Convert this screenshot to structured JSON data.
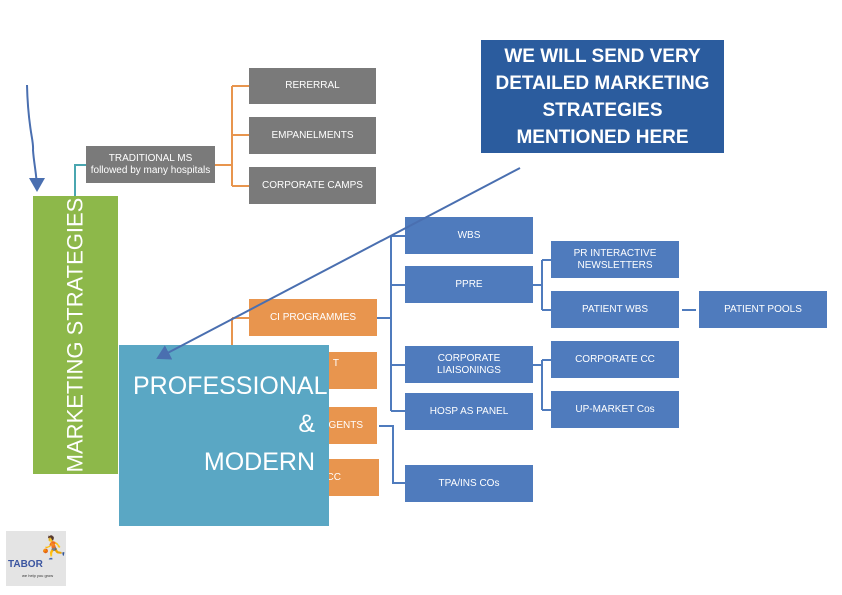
{
  "root": "MARKETING STRATEGIES",
  "traditional": {
    "label_line1": "TRADITIONAL MS",
    "label_line2": "followed by many hospitals",
    "children": [
      "RERERRAL",
      "EMPANELMENTS",
      "CORPORATE CAMPS"
    ]
  },
  "orange": [
    "CI PROGRAMMES",
    "T",
    "GENTS",
    "CC"
  ],
  "blue_mid": [
    "WBS",
    "PPRE",
    "CORPORATE LIAISONINGS",
    "HOSP AS PANEL",
    "TPA/INS COs"
  ],
  "blue_right": [
    "PR INTERACTIVE NEWSLETTERS",
    "PATIENT WBS",
    "CORPORATE CC",
    "UP-MARKET Cos"
  ],
  "patient_pools": "PATIENT POOLS",
  "banner": {
    "l1": "WE WILL SEND VERY",
    "l2": "DETAILED MARKETING",
    "l3": "STRATEGIES",
    "l4": "MENTIONED HERE"
  },
  "overlay": {
    "l1": "PROFESSIONAL",
    "l2": "&",
    "l3": "MODERN"
  },
  "logo": {
    "name": "TABOR",
    "tagline": "we help you grow"
  },
  "colors": {
    "green": "#8db84a",
    "gray": "#7a7a7a",
    "orange": "#e8954e",
    "blue": "#4f7bbd",
    "banner": "#2b5c9e",
    "teal": "#5aa7c4"
  }
}
